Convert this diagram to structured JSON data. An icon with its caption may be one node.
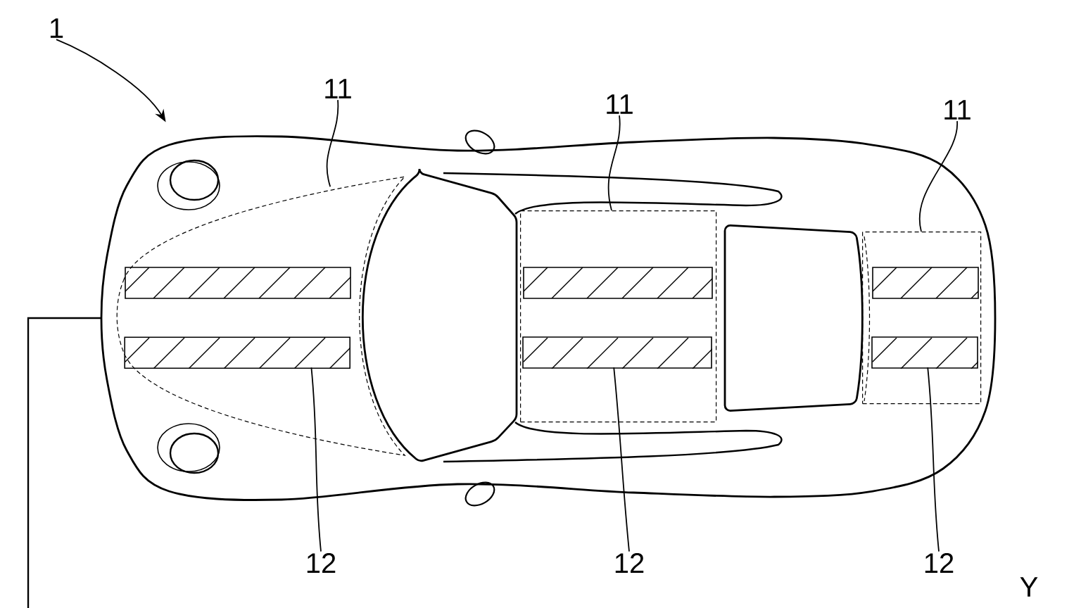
{
  "diagram": {
    "nodes": [
      {
        "text": [
          "1"
        ]
      },
      {
        "text": [],
        "shape": "picture"
      },
      {
        "text": [
          "11"
        ]
      },
      {
        "text": [
          "11"
        ]
      },
      {
        "text": [
          "11"
        ]
      },
      {
        "text": [],
        "shape": "box",
        "in": 1
      },
      {
        "text": [],
        "shape": "box",
        "in": 1
      },
      {
        "text": [],
        "shape": "box",
        "in": 1
      },
      {
        "text": [
          "12"
        ]
      },
      {
        "text": [
          "12"
        ]
      },
      {
        "text": [
          "12"
        ]
      },
      {
        "text": [],
        "shape": "bar",
        "in": 5
      },
      {
        "text": [],
        "shape": "bar",
        "in": 6
      },
      {
        "text": [],
        "shape": "bar",
        "in": 7
      }
    ],
    "edges": [
      {
        "from": 0,
        "to": 1,
        "arrow": "to"
      },
      {
        "from": 2,
        "to": 5,
        "arrow": "none"
      },
      {
        "from": 3,
        "to": 6,
        "arrow": "none"
      },
      {
        "from": 4,
        "to": 7,
        "arrow": "none"
      },
      {
        "from": 8,
        "to": 11,
        "arrow": "none"
      },
      {
        "from": 9,
        "to": 12,
        "arrow": "none"
      },
      {
        "from": 10,
        "to": 13,
        "arrow": "none"
      }
    ],
    "labels": [
      "Y"
    ]
  }
}
